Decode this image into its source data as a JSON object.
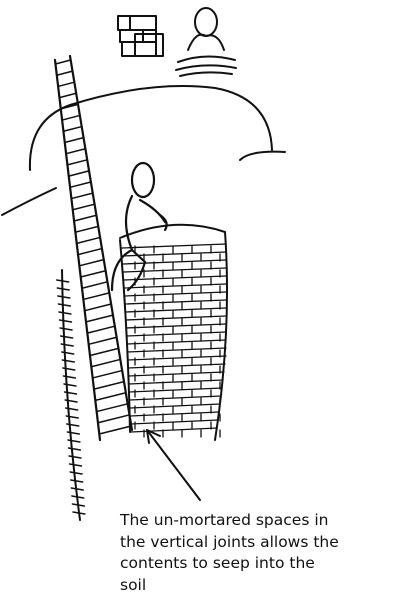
{
  "caption": {
    "lines": [
      "The un-mortared spaces in",
      "the vertical joints allows the",
      "contents to seep into the",
      "soil"
    ]
  }
}
